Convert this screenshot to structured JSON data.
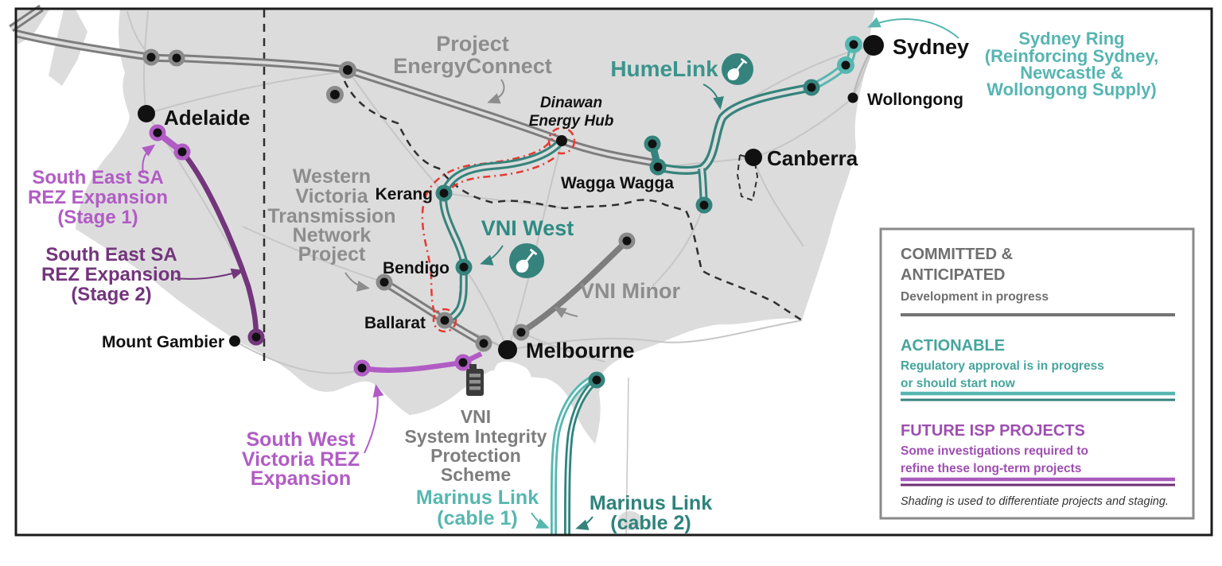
{
  "colors": {
    "committed_gray": "#7d7d7d",
    "committed_label_gray": "#8d8d8d",
    "actionable_teal": "#35837c",
    "actionable_teal_light": "#56b7b0",
    "future_purple_light": "#b15cc5",
    "future_purple_dark": "#73357c",
    "legend_purple_text": "#9d4fb0",
    "legend_teal_text": "#45a59d",
    "legend_rule_gray": "#737373",
    "legend_purple_rule_light": "#a85abc",
    "legend_purple_rule_dark": "#6e2d75",
    "highlight_red": "#e6392f",
    "land_gray": "#dcdcdc",
    "city_black": "#111111",
    "note_gray": "#333333"
  },
  "map": {
    "cities": {
      "adelaide": "Adelaide",
      "sydney": "Sydney",
      "wollongong": "Wollongong",
      "canberra": "Canberra",
      "melbourne": "Melbourne",
      "mount_gambier": "Mount Gambier",
      "wagga_wagga": "Wagga Wagga",
      "kerang": "Kerang",
      "bendigo": "Bendigo",
      "ballarat": "Ballarat"
    },
    "projects": {
      "energy_connect": {
        "lines": [
          "Project",
          "EnergyConnect"
        ]
      },
      "humelink": {
        "label": "HumeLink"
      },
      "sydney_ring": {
        "lines": [
          "Sydney Ring",
          "(Reinforcing Sydney,",
          "Newcastle &",
          "Wollongong Supply)"
        ]
      },
      "dinawan": {
        "lines": [
          "Dinawan",
          "Energy Hub"
        ]
      },
      "vni_west": {
        "label": "VNI West"
      },
      "vni_minor": {
        "label": "VNI Minor"
      },
      "wvtnp": {
        "lines": [
          "Western",
          "Victoria",
          "Transmission",
          "Network",
          "Project"
        ]
      },
      "se_sa_stage1": {
        "lines": [
          "South East SA",
          "REZ Expansion",
          "(Stage 1)"
        ]
      },
      "se_sa_stage2": {
        "lines": [
          "South East SA",
          "REZ Expansion",
          "(Stage 2)"
        ]
      },
      "sw_vic": {
        "lines": [
          "South West",
          "Victoria REZ",
          "Expansion"
        ]
      },
      "vni_sips": {
        "lines": [
          "VNI",
          "System Integrity",
          "Protection",
          "Scheme"
        ]
      },
      "marinus1": {
        "lines": [
          "Marinus Link",
          "(cable 1)"
        ]
      },
      "marinus2": {
        "lines": [
          "Marinus Link",
          "(cable 2)"
        ]
      }
    }
  },
  "legend": {
    "committed": {
      "title1": "COMMITTED &",
      "title2": "ANTICIPATED",
      "desc": "Development in progress"
    },
    "actionable": {
      "title": "ACTIONABLE",
      "desc1": "Regulatory approval is in progress",
      "desc2": "or should start now"
    },
    "future": {
      "title": "FUTURE ISP PROJECTS",
      "desc1": "Some investigations required to",
      "desc2": "refine these long-term projects"
    },
    "note": "Shading is used to differentiate projects and staging."
  }
}
